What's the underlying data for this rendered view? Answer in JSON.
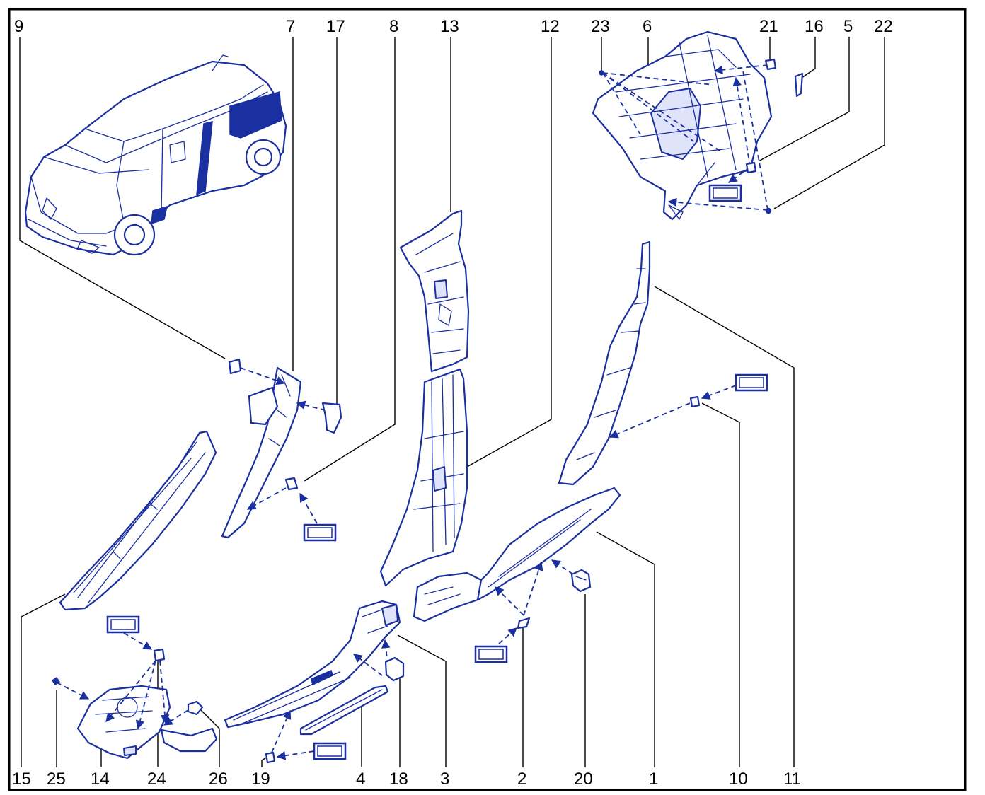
{
  "diagram": {
    "colors": {
      "line": "#1a2fa0",
      "frame": "#000000",
      "background": "#ffffff"
    },
    "callouts": {
      "top": [
        "9",
        "7",
        "17",
        "8",
        "13",
        "12",
        "23",
        "6",
        "21",
        "16",
        "5",
        "22"
      ],
      "bottom": [
        "15",
        "25",
        "14",
        "24",
        "26",
        "19",
        "4",
        "18",
        "3",
        "2",
        "20",
        "1",
        "10",
        "11"
      ]
    }
  }
}
